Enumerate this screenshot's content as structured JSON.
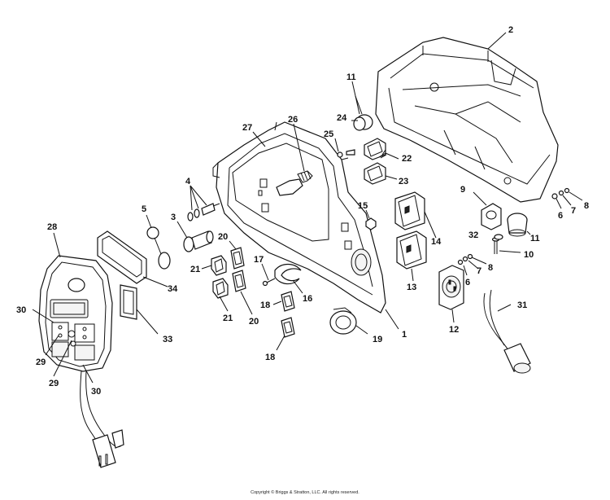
{
  "callouts": [
    {
      "id": "2",
      "text": "2"
    },
    {
      "id": "11a",
      "text": "11"
    },
    {
      "id": "24",
      "text": "24"
    },
    {
      "id": "26",
      "text": "26"
    },
    {
      "id": "27",
      "text": "27"
    },
    {
      "id": "25",
      "text": "25"
    },
    {
      "id": "22",
      "text": "22"
    },
    {
      "id": "23",
      "text": "23"
    },
    {
      "id": "4",
      "text": "4"
    },
    {
      "id": "5",
      "text": "5"
    },
    {
      "id": "3",
      "text": "3"
    },
    {
      "id": "15",
      "text": "15"
    },
    {
      "id": "9",
      "text": "9"
    },
    {
      "id": "6a",
      "text": "6"
    },
    {
      "id": "7a",
      "text": "7"
    },
    {
      "id": "8a",
      "text": "8"
    },
    {
      "id": "28",
      "text": "28"
    },
    {
      "id": "20a",
      "text": "20"
    },
    {
      "id": "14",
      "text": "14"
    },
    {
      "id": "32",
      "text": "32"
    },
    {
      "id": "11b",
      "text": "11"
    },
    {
      "id": "10",
      "text": "10"
    },
    {
      "id": "21a",
      "text": "21"
    },
    {
      "id": "17",
      "text": "17"
    },
    {
      "id": "34",
      "text": "34"
    },
    {
      "id": "7b",
      "text": "7"
    },
    {
      "id": "8b",
      "text": "8"
    },
    {
      "id": "6b",
      "text": "6"
    },
    {
      "id": "13",
      "text": "13"
    },
    {
      "id": "16",
      "text": "16"
    },
    {
      "id": "30a",
      "text": "30"
    },
    {
      "id": "18a",
      "text": "18"
    },
    {
      "id": "31",
      "text": "31"
    },
    {
      "id": "21b",
      "text": "21"
    },
    {
      "id": "20b",
      "text": "20"
    },
    {
      "id": "12",
      "text": "12"
    },
    {
      "id": "33",
      "text": "33"
    },
    {
      "id": "1",
      "text": "1"
    },
    {
      "id": "19",
      "text": "19"
    },
    {
      "id": "18b",
      "text": "18"
    },
    {
      "id": "29a",
      "text": "29"
    },
    {
      "id": "29b",
      "text": "29"
    },
    {
      "id": "30b",
      "text": "30"
    }
  ],
  "copyright": "Copyright © Briggs & Stratton, LLC. All rights reserved."
}
